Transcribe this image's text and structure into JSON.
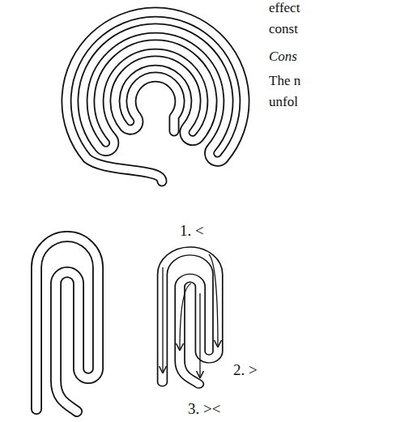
{
  "diagram": {
    "labels": [
      "effect",
      "const",
      "Cons",
      "The n",
      "unfol",
      "1. <",
      "2. >",
      "3. ><"
    ]
  }
}
